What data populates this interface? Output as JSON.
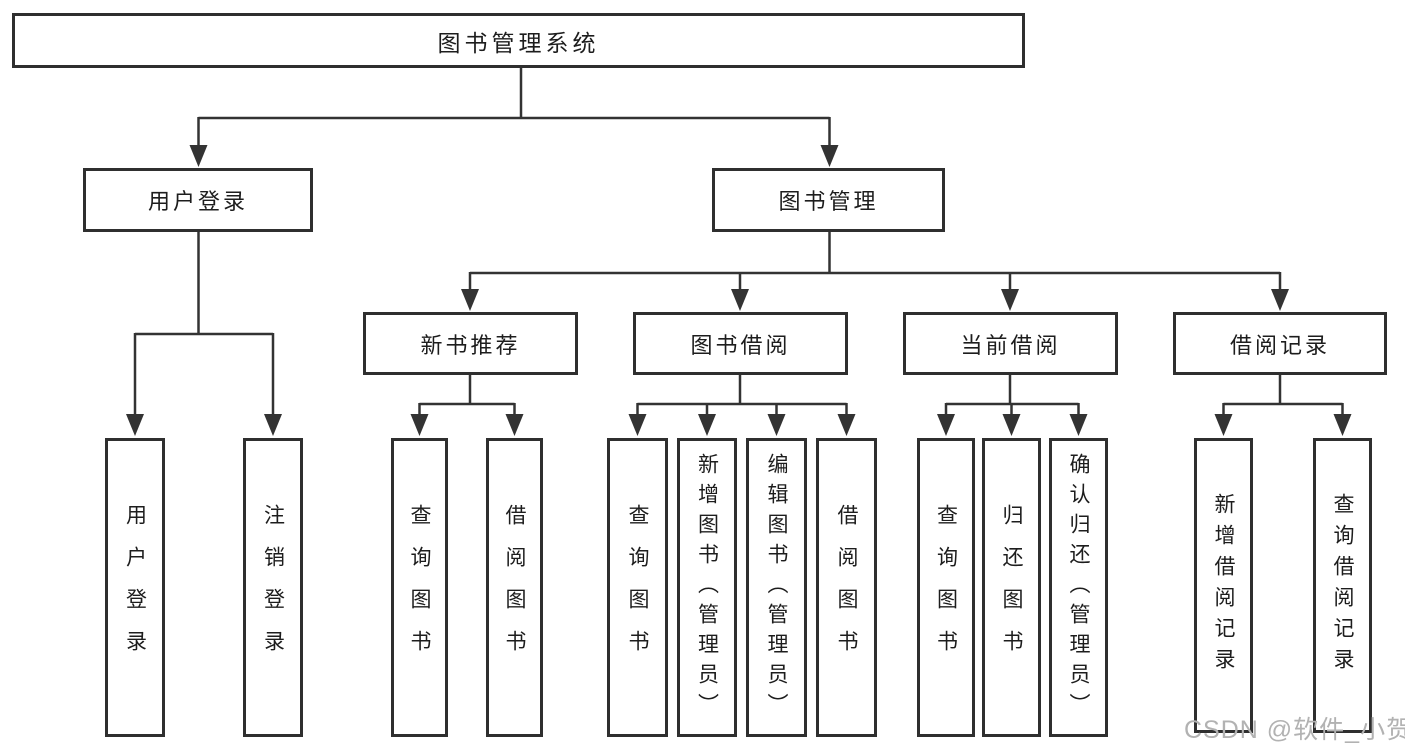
{
  "root": {
    "label": "图书管理系统"
  },
  "login": {
    "label": "用户登录",
    "children": [
      {
        "label": "用户登录"
      },
      {
        "label": "注销登录"
      }
    ]
  },
  "mgmt": {
    "label": "图书管理"
  },
  "newbook": {
    "label": "新书推荐",
    "children": [
      {
        "label": "查询图书"
      },
      {
        "label": "借阅图书"
      }
    ]
  },
  "borrow": {
    "label": "图书借阅",
    "children": [
      {
        "label": "查询图书"
      },
      {
        "label": "新增图书（管理员）"
      },
      {
        "label": "编辑图书（管理员）"
      },
      {
        "label": "借阅图书"
      }
    ]
  },
  "current": {
    "label": "当前借阅",
    "children": [
      {
        "label": "查询图书"
      },
      {
        "label": "归还图书"
      },
      {
        "label": "确认归还（管理员）"
      }
    ]
  },
  "records": {
    "label": "借阅记录",
    "children": [
      {
        "label": "新增借阅记录"
      },
      {
        "label": "查询借阅记录"
      }
    ]
  },
  "watermark": {
    "text": "CSDN @软件_小贺同学"
  },
  "colors": {
    "line": "#333333",
    "border": "#2f2f2f",
    "text": "#1d1d1d",
    "watermark": "#b2b2b2",
    "background": "#ffffff"
  }
}
